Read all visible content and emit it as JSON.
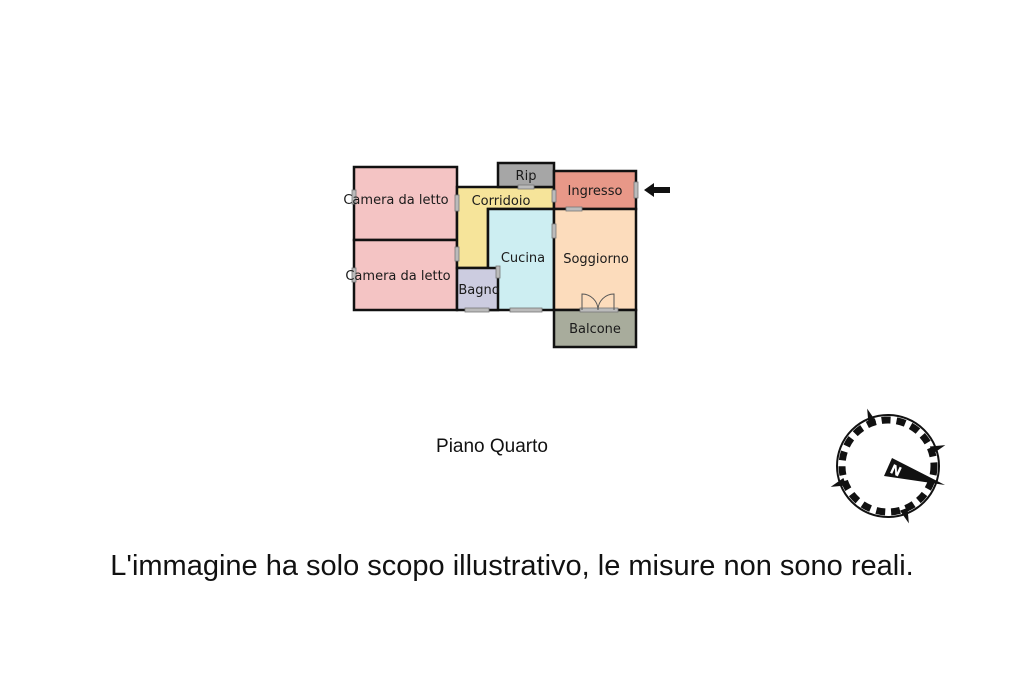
{
  "rooms": {
    "bedroom_top": "Camera da letto",
    "bedroom_bottom": "Camera da letto",
    "storage": "Rip",
    "hallway": "Corridoio",
    "entrance": "Ingresso",
    "kitchen": "Cucina",
    "living_room": "Soggiorno",
    "bathroom": "Bagno",
    "balcony": "Balcone"
  },
  "colors": {
    "bedroom": "#f4c4c4",
    "hallway": "#f6e49a",
    "storage": "#a6a6a6",
    "entrance": "#e89888",
    "kitchen": "#cdeef2",
    "living_room": "#fcdcbc",
    "bathroom": "#cccce0",
    "balcony": "#a8ac9c",
    "wall": "#111111"
  },
  "compass_label": "N",
  "floor_label": "Piano Quarto",
  "disclaimer": "L'immagine ha solo scopo illustrativo, le misure non sono reali."
}
